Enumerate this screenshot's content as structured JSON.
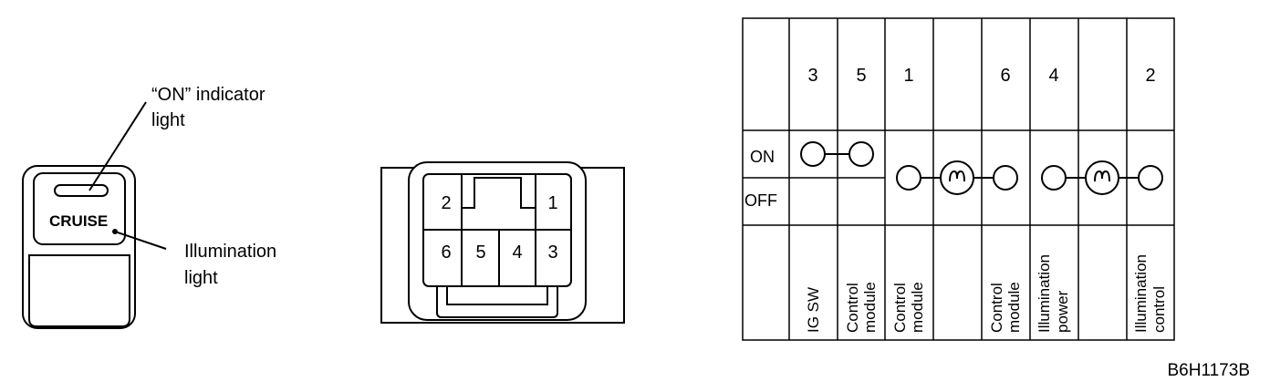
{
  "switch_figure": {
    "indicator_label_line1": "“ON” indicator",
    "indicator_label_line2": "light",
    "illumination_label_line1": "Illumination",
    "illumination_label_line2": "light",
    "button_text": "CRUISE"
  },
  "connector": {
    "pins": [
      "2",
      "1",
      "6",
      "5",
      "4",
      "3"
    ]
  },
  "table": {
    "terminal_header": [
      "3",
      "5",
      "1",
      "",
      "6",
      "4",
      "",
      "2"
    ],
    "states": [
      "ON",
      "OFF"
    ],
    "functions": [
      {
        "line1": "IG SW",
        "line2": ""
      },
      {
        "line1": "Control",
        "line2": "module"
      },
      {
        "line1": "Control",
        "line2": "module"
      },
      {
        "line1": "",
        "line2": ""
      },
      {
        "line1": "Control",
        "line2": "module"
      },
      {
        "line1": "Illumination",
        "line2": "power"
      },
      {
        "line1": "",
        "line2": ""
      },
      {
        "line1": "Illumination",
        "line2": "control"
      }
    ]
  },
  "figure_code": "B6H1173B"
}
